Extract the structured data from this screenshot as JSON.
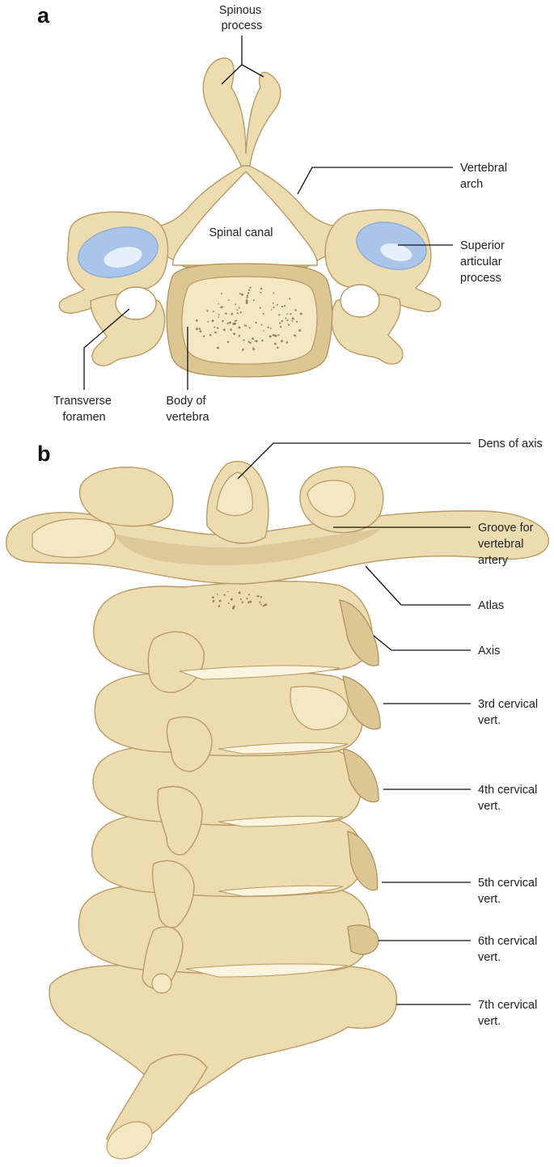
{
  "panels": [
    {
      "letter": "a",
      "labels": {
        "spinous_process": [
          "Spinous",
          "process"
        ],
        "vertebral_arch": [
          "Vertebral",
          "arch"
        ],
        "spinal_canal": "Spinal canal",
        "superior_articular_process": [
          "Superior",
          "articular",
          "process"
        ],
        "transverse_foramen": [
          "Transverse",
          "foramen"
        ],
        "body_of_vertebra": [
          "Body of",
          "vertebra"
        ]
      }
    },
    {
      "letter": "b",
      "labels": {
        "dens_of_axis": "Dens of axis",
        "groove_for_vertebral_artery": [
          "Groove for",
          "vertebral",
          "artery"
        ],
        "atlas": "Atlas",
        "axis": "Axis",
        "c3": [
          "3rd cervical",
          "vert."
        ],
        "c4": [
          "4th cervical",
          "vert."
        ],
        "c5": [
          "5th cervical",
          "vert."
        ],
        "c6": [
          "6th cervical",
          "vert."
        ],
        "c7": [
          "7th cervical",
          "vert."
        ]
      }
    }
  ],
  "colors": {
    "bone": "#ecdcb0",
    "bone_outline": "#b99a63",
    "articular_cartilage": "#a9c6ea",
    "background": "#ffffff"
  }
}
